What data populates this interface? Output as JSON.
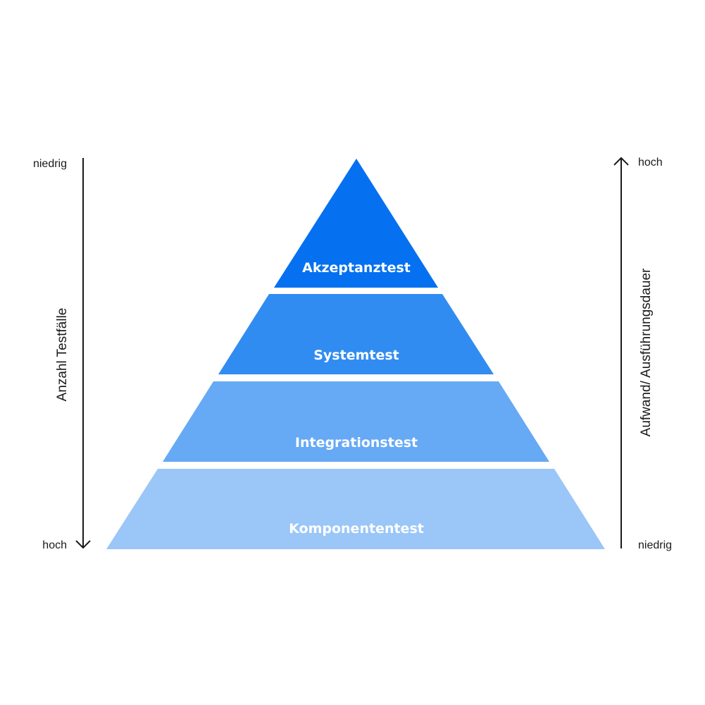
{
  "layers": [
    {
      "label": "Akzeptanztest",
      "color": "#0571f0"
    },
    {
      "label": "Systemtest",
      "color": "#318cf1"
    },
    {
      "label": "Integrationstest",
      "color": "#66a9f5"
    },
    {
      "label": "Komponententest",
      "color": "#9ac6f8"
    }
  ],
  "left_axis": {
    "title": "Anzahl Testfälle",
    "top_label": "niedrig",
    "bottom_label": "hoch",
    "direction": "down"
  },
  "right_axis": {
    "title": "Aufwand/ Ausführungsdauer",
    "top_label": "hoch",
    "bottom_label": "niedrig",
    "direction": "up"
  },
  "text_color": "#1a1a1a"
}
